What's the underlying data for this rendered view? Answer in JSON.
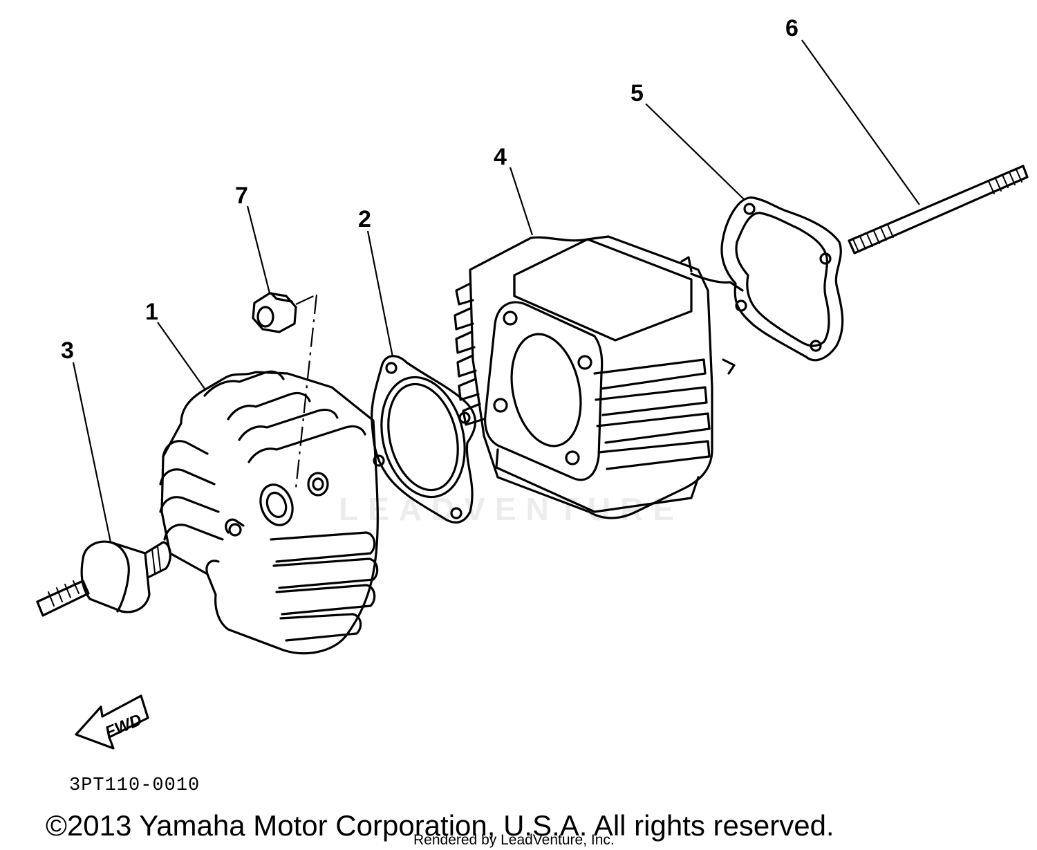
{
  "parts": {
    "callouts": [
      "1",
      "2",
      "3",
      "4",
      "5",
      "6",
      "7"
    ]
  },
  "fwd_label": "FWD",
  "diagram_code": "3PT110-0010",
  "copyright": "©2013 Yamaha Motor Corporation, U.S.A. All rights reserved.",
  "rendered_by": "Rendered by LeadVenture, Inc.",
  "watermark_text": "LEADVENTURE"
}
